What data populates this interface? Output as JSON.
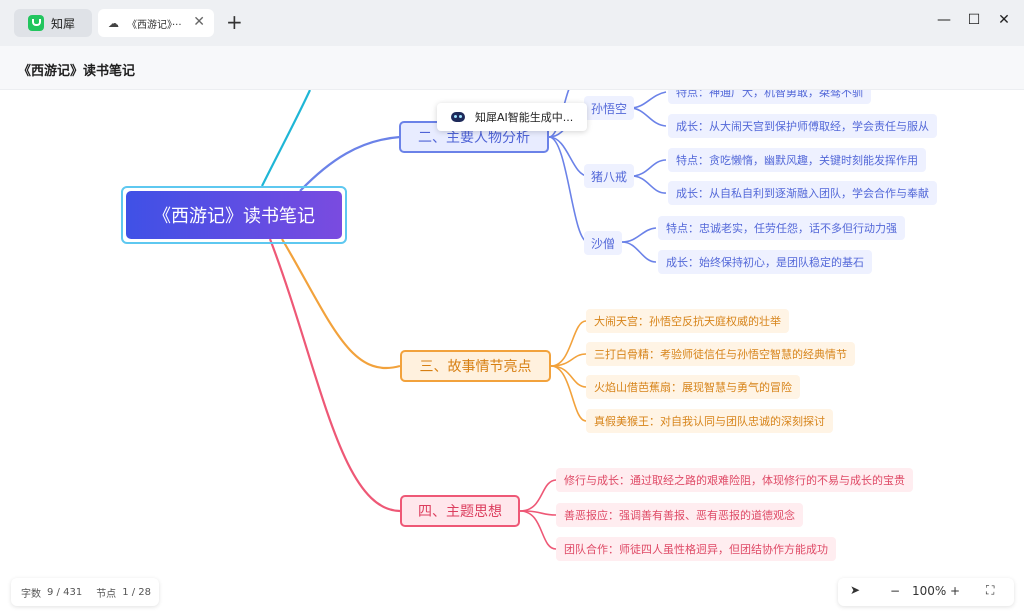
{
  "titlebar": {
    "app_name": "知犀",
    "doc_tab_title": "《西游记》···",
    "add_tab": "+",
    "minimize": "—",
    "maximize": "☐",
    "close": "✕"
  },
  "document": {
    "title": "《西游记》读书笔记"
  },
  "mindmap": {
    "root": "《西游记》读书笔记",
    "ai_popup": "知犀AI智能生成中...",
    "branch2": {
      "label": "二、主要人物分析",
      "characters": [
        {
          "name": "孙悟空",
          "trait": "特点：神通广大，机智勇敢，桀骜不驯",
          "growth": "成长：从大闹天宫到保护师傅取经，学会责任与服从"
        },
        {
          "name": "猪八戒",
          "trait": "特点：贪吃懒惰，幽默风趣，关键时刻能发挥作用",
          "growth": "成长：从自私自利到逐渐融入团队，学会合作与奉献"
        },
        {
          "name": "沙僧",
          "trait": "特点：忠诚老实，任劳任怨，话不多但行动力强",
          "growth": "成长：始终保持初心，是团队稳定的基石"
        }
      ]
    },
    "branch3": {
      "label": "三、故事情节亮点",
      "items": [
        "大闹天宫：孙悟空反抗天庭权威的壮举",
        "三打白骨精：考验师徒信任与孙悟空智慧的经典情节",
        "火焰山借芭蕉扇：展现智慧与勇气的冒险",
        "真假美猴王：对自我认同与团队忠诚的深刻探讨"
      ]
    },
    "branch4": {
      "label": "四、主题思想",
      "items": [
        "修行与成长：通过取经之路的艰难险阻，体现修行的不易与成长的宝贵",
        "善恶报应：强调善有善报、恶有恶报的道德观念",
        "团队合作：师徒四人虽性格迥异，但团结协作方能成功"
      ]
    }
  },
  "status": {
    "word_label": "字数",
    "word_value": "9 / 431",
    "node_label": "节点",
    "node_value": "1 / 28"
  },
  "zoom": {
    "minus": "−",
    "value": "100%",
    "plus": "+"
  },
  "colors": {
    "blue": "#6b82e8",
    "orange": "#f2a23c",
    "red": "#ee5876",
    "cyan": "#1fb6d6"
  }
}
